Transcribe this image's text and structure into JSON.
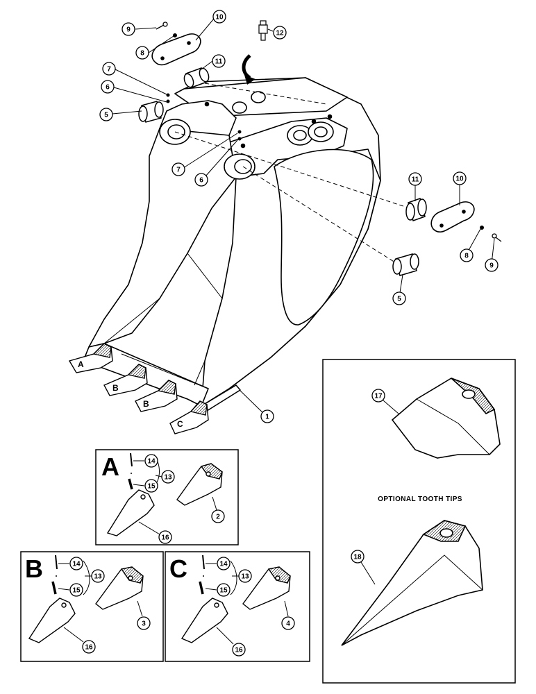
{
  "callouts": {
    "c1": "1",
    "c2": "2",
    "c3": "3",
    "c4": "4",
    "c5a": "5",
    "c5b": "5",
    "c6a": "6",
    "c6b": "6",
    "c7a": "7",
    "c7b": "7",
    "c8a": "8",
    "c8b": "8",
    "c9a": "9",
    "c9b": "9",
    "c10a": "10",
    "c10b": "10",
    "c11a": "11",
    "c11b": "11",
    "c12": "12",
    "c13a": "13",
    "c13b": "13",
    "c13c": "13",
    "c14a": "14",
    "c14b": "14",
    "c14c": "14",
    "c15a": "15",
    "c15b": "15",
    "c15c": "15",
    "c16a": "16",
    "c16b": "16",
    "c16c": "16",
    "c17": "17",
    "c18": "18"
  },
  "tooth_labels": {
    "t1": "A",
    "t2": "B",
    "t3": "B",
    "t4": "C"
  },
  "panel_letters": {
    "a": "A",
    "b": "B",
    "c": "C"
  },
  "optional_title": "OPTIONAL TOOTH TIPS"
}
